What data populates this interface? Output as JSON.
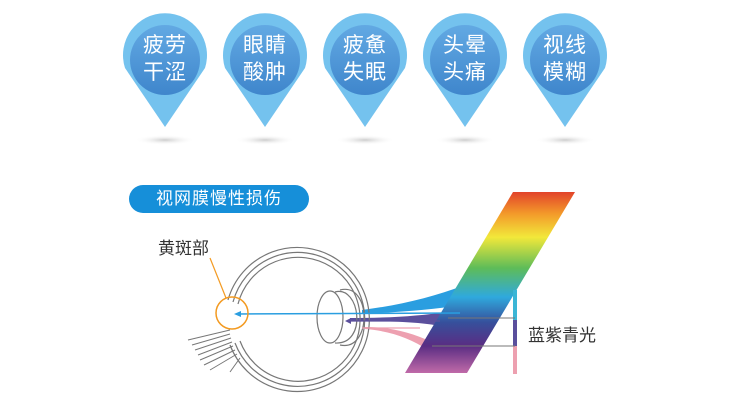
{
  "symptoms": [
    {
      "line1": "疲劳",
      "line2": "干涩"
    },
    {
      "line1": "眼睛",
      "line2": "酸肿"
    },
    {
      "line1": "疲惫",
      "line2": "失眠"
    },
    {
      "line1": "头晕",
      "line2": "头痛"
    },
    {
      "line1": "视线",
      "line2": "模糊"
    }
  ],
  "banner": "视网膜慢性损伤",
  "macula_label": "黄斑部",
  "light_label": "蓝紫青光",
  "colors": {
    "pin_outer": "#74c2ee",
    "pin_inner": "#4a90d2",
    "banner": "#168fd9",
    "macula": "#f39a21"
  }
}
